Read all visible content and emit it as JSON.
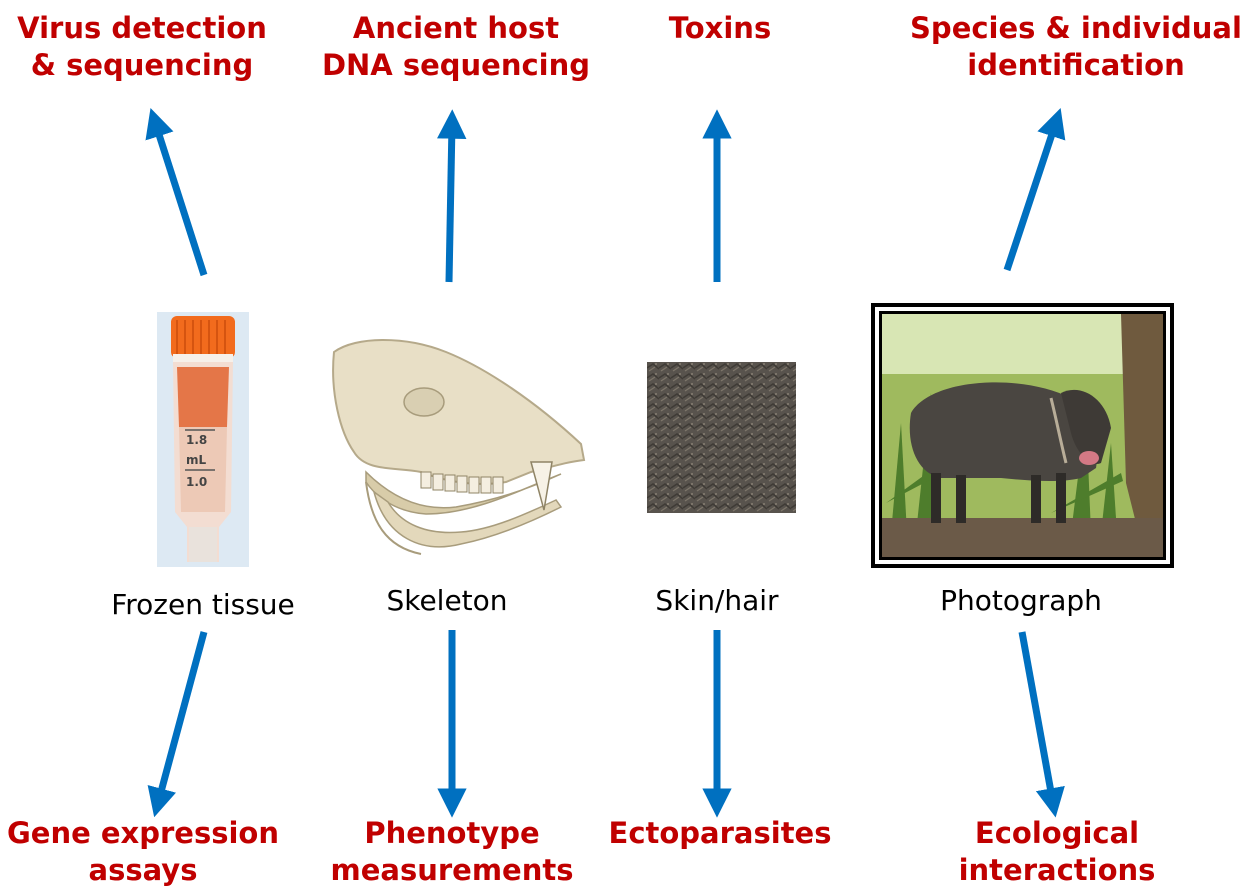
{
  "colors": {
    "outcome_text": "#c00000",
    "arrow": "#0070c0",
    "label_text": "#000000"
  },
  "specimens": [
    {
      "id": "frozen-tissue",
      "label": "Frozen tissue",
      "icon": "cryovial-image",
      "vial_markings": [
        "1.8",
        "mL",
        "1.0"
      ],
      "top_outcome": [
        "Virus detection",
        "& sequencing"
      ],
      "bottom_outcome": [
        "Gene expression",
        "assays"
      ]
    },
    {
      "id": "skeleton",
      "label": "Skeleton",
      "icon": "peccary-skull-image",
      "top_outcome": [
        "Ancient host",
        "DNA sequencing"
      ],
      "bottom_outcome": [
        "Phenotype",
        "measurements"
      ]
    },
    {
      "id": "skin-hair",
      "label": "Skin/hair",
      "icon": "hair-texture-image",
      "top_outcome": [
        "Toxins"
      ],
      "bottom_outcome": [
        "Ectoparasites"
      ]
    },
    {
      "id": "photograph",
      "label": "Photograph",
      "icon": "peccary-photo-image",
      "top_outcome": [
        "Species & individual",
        "identification"
      ],
      "bottom_outcome": [
        "Ecological",
        "interactions"
      ]
    }
  ]
}
